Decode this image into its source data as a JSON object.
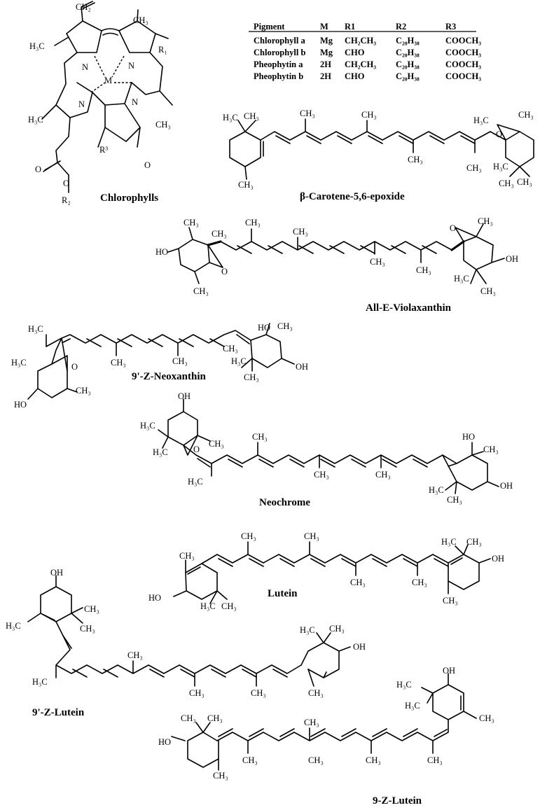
{
  "chlorophyll": {
    "name": "Chlorophylls",
    "atoms": {
      "ch2": "CH₂",
      "me_tl": "H₃C",
      "ch3_tr": "CH₃",
      "r1": "R₁",
      "m": "M",
      "n1": "N",
      "n2": "N",
      "n3": "N",
      "n4": "N",
      "me_l": "H₃C",
      "ch3_r": "CH₃",
      "r3": "R³",
      "o_keto": "O",
      "o_c": "O",
      "o_e": "O",
      "r2": "R₂"
    }
  },
  "pigment_table": {
    "headers": [
      "Pigment",
      "M",
      "R1",
      "R2",
      "R3"
    ],
    "rows": [
      [
        "Chlorophyll a",
        "Mg",
        "CH₂CH₃",
        "C₂₀H₃₈",
        "COOCH₃"
      ],
      [
        "Chlorophyll b",
        "Mg",
        "CHO",
        "C₂₀H₃₈",
        "COOCH₃"
      ],
      [
        "Pheophytin a",
        "2H",
        "CH₂CH₃",
        "C₂₀H₃₈",
        "COOCH₃"
      ],
      [
        "Pheophytin b",
        "2H",
        "CHO",
        "C₂₀H₃₈",
        "COOCH₃"
      ]
    ]
  },
  "bcarotene": {
    "name": "β-Carotene-5,6-epoxide",
    "atoms": {
      "me1": "H₃C",
      "me2": "CH₃",
      "ch3_a": "CH₃",
      "ch3_b": "CH₃",
      "ch3_c": "CH₃",
      "ch3_d": "CH₃",
      "ch3_e": "CH₃",
      "ch3_f": "CH₃",
      "h3c_r": "H₃C",
      "o": "O",
      "h3c_r2": "H₃C",
      "ch3_r": "CH₃",
      "ch3_r2": "CH₃"
    }
  },
  "violaxanthin": {
    "name": "All-E-Violaxanthin",
    "atoms": {
      "ho": "HO",
      "ch3_1": "CH₃",
      "ch3_2": "CH₃",
      "o_l": "O",
      "ch3_3": "CH₃",
      "ch3_4": "CH₃",
      "ch3_5": "CH₃",
      "ch3_6": "CH₃",
      "ch3_7": "CH₃",
      "o_r": "O",
      "ch3_8": "CH₃",
      "h3c_1": "H₃C",
      "ch3_9": "CH₃",
      "oh": "OH"
    }
  },
  "neoxanthin": {
    "name": "9'-Z-Neoxanthin",
    "atoms": {
      "h3c_1": "H₃C",
      "ch3_1": "CH₃",
      "ch3_2": "CH₃",
      "ch3_3": "CH₃",
      "h3c_2": "H₃C",
      "o": "O",
      "ch3_4": "CH₃",
      "ho_l": "HO",
      "ho_r": "HO",
      "ch3_5": "CH₃",
      "h3c_3": "H₃C",
      "ch3_6": "CH₃",
      "oh_r": "OH"
    }
  },
  "neochrome": {
    "name": "Neochrome",
    "atoms": {
      "oh_t": "OH",
      "h3c_1": "H₃C",
      "h3c_2": "H₃C",
      "o": "O",
      "ch3_1": "CH₃",
      "h3c_3": "H₃C",
      "ch3_2": "CH₃",
      "ch3_3": "CH₃",
      "ch3_4": "CH₃",
      "ho_r": "HO",
      "ch3_5": "CH₃",
      "h3c_4": "H₃C",
      "ch3_6": "CH₃",
      "oh_r": "OH"
    }
  },
  "lutein": {
    "name": "Lutein",
    "atoms": {
      "ch3_l": "CH₃",
      "ho_l": "HO",
      "ch3_1": "CH₃",
      "ch3_2": "CH₃",
      "ch3_3": "CH₃",
      "ch3_4": "CH₃",
      "ch3_5": "CH₃",
      "h3c_r": "H₃C",
      "oh": "OH",
      "ch3_r": "CH₃",
      "ch3_6": "CH₃",
      "h3c_l": "H₃C"
    }
  },
  "z9p_lutein": {
    "name": "9'-Z-Lutein",
    "atoms": {
      "oh_t": "OH",
      "h3c_1": "H₃C",
      "ch3_1": "CH₃",
      "ch3_2": "CH₃",
      "h3c_2": "H₃C",
      "ch3_3": "CH₃",
      "ch3_4": "CH₃",
      "ch3_5": "CH₃",
      "h3c_r": "H₃C",
      "ch3_r": "CH₃",
      "oh_r": "OH",
      "ch3_r2": "CH₃"
    }
  },
  "z9_lutein": {
    "name": "9-Z-Lutein",
    "atoms": {
      "oh_t": "OH",
      "h3c_1": "H₃C",
      "ch3_1": "CH₃",
      "h3c_2": "H₃C",
      "ch3_2": "CH₃",
      "ho_l": "HO",
      "ch3_3": "CH₃",
      "ch3_4": "CH₃",
      "ch3_5": "CH₃",
      "ch3_6": "CH₃",
      "ch3_7": "CH₃",
      "ch3_8": "CH₃",
      "ch3_9": "CH₃"
    }
  }
}
